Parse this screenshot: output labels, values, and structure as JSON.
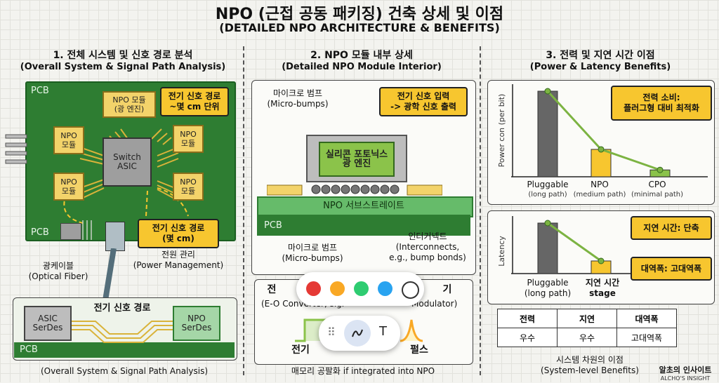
{
  "header": {
    "title": "NPO (근접 공동 패키징) 건축 상세 및 이점",
    "subtitle": "(DETAILED NPO ARCHITECTURE & BENEFITS)"
  },
  "sec1": {
    "title": "1. 전체 시스템 및 신호 경로 분석",
    "subtitle": "(Overall System & Signal Path Analysis)",
    "pcb": "PCB",
    "pcb2": "PCB",
    "npo_top": "NPO 모듈\n(광 엔진)",
    "npo": "NPO\n모듈",
    "switch": "Switch\nASIC",
    "call1": "전기 신호 경로\n~몇 cm 단위",
    "call2": "전기 신호 경로\n(몇 cm)",
    "fiber": "광케이블\n(Optical Fiber)",
    "power": "전원 관리\n(Power Management)",
    "asic_serdes": "ASIC\nSerDes",
    "npo_serdes": "NPO\nSerDes",
    "path": "전기 신호 경로",
    "pcb3": "PCB",
    "caption": "(Overall System & Signal Path Analysis)"
  },
  "sec2": {
    "title": "2. NPO 모듈 내부 상세",
    "subtitle": "(Detailed NPO Module Interior)",
    "microbumps": "마이크로 범프\n(Micro-bumps)",
    "call": "전기 신호 입력\n-> 광학 신호 출력",
    "engine": "실리콘 포토닉스\n광 엔진",
    "substrate": "NPO 서브스트레이트",
    "pcb": "PCB",
    "microbumps2": "마이크로 범프\n(Micro-bumps)",
    "interconnect": "인터커넥트\n(Interconnects,\ne.g., bump bonds)",
    "eo_title": "전",
    "eo_right": "기",
    "eo_sub": "(E-O Converter, sigi",
    "eo_sub2": "Modulator)",
    "pulse_left": "전기",
    "pulse_right": "펄스",
    "caption": "매모리 공팔화 if integrated into NPO"
  },
  "sec3": {
    "title": "3. 전력 및 지연 시간 이점",
    "subtitle": "(Power & Latency Benefits)",
    "power_ylabel": "Power con (per bit)",
    "power_call": "전력 소비:\n플러그형 대비 최적화",
    "cats": [
      {
        "name": "Pluggable",
        "sub": "(long path)"
      },
      {
        "name": "NPO",
        "sub": "(medium path)"
      },
      {
        "name": "CPO",
        "sub": "(minimal path)"
      }
    ],
    "latency_ylabel": "Latency",
    "lat_call1": "지연 시간: 단축",
    "lat_call2": "대역폭: 고대역폭",
    "lat_cats": [
      {
        "name": "Pluggable\n(long path)"
      },
      {
        "name": "지연 시간\nstage"
      }
    ],
    "table": [
      [
        "전력",
        "지연",
        "대역폭"
      ],
      [
        "우수",
        "우수",
        "고대역폭"
      ]
    ],
    "footer": "시스템 차원의 이점\n(System-level Benefits)",
    "brand": "알초의 인사이트",
    "brand_sub": "ALCHO'S INSIGHT"
  },
  "chart_data": [
    {
      "type": "bar",
      "categories": [
        "Pluggable",
        "NPO",
        "CPO"
      ],
      "values": [
        100,
        32,
        8
      ],
      "ylabel": "Power con (per bit)"
    },
    {
      "type": "bar",
      "categories": [
        "Pluggable",
        "지연 시간 stage"
      ],
      "values": [
        100,
        25
      ],
      "ylabel": "Latency"
    }
  ],
  "toolbar": {
    "colors": [
      "#e53935",
      "#f9a825",
      "#2ecc71",
      "#29a3f0",
      "#ffffff"
    ],
    "text_tool": "T",
    "icons": [
      "drag-handle-icon",
      "pen-icon",
      "text-icon"
    ]
  }
}
